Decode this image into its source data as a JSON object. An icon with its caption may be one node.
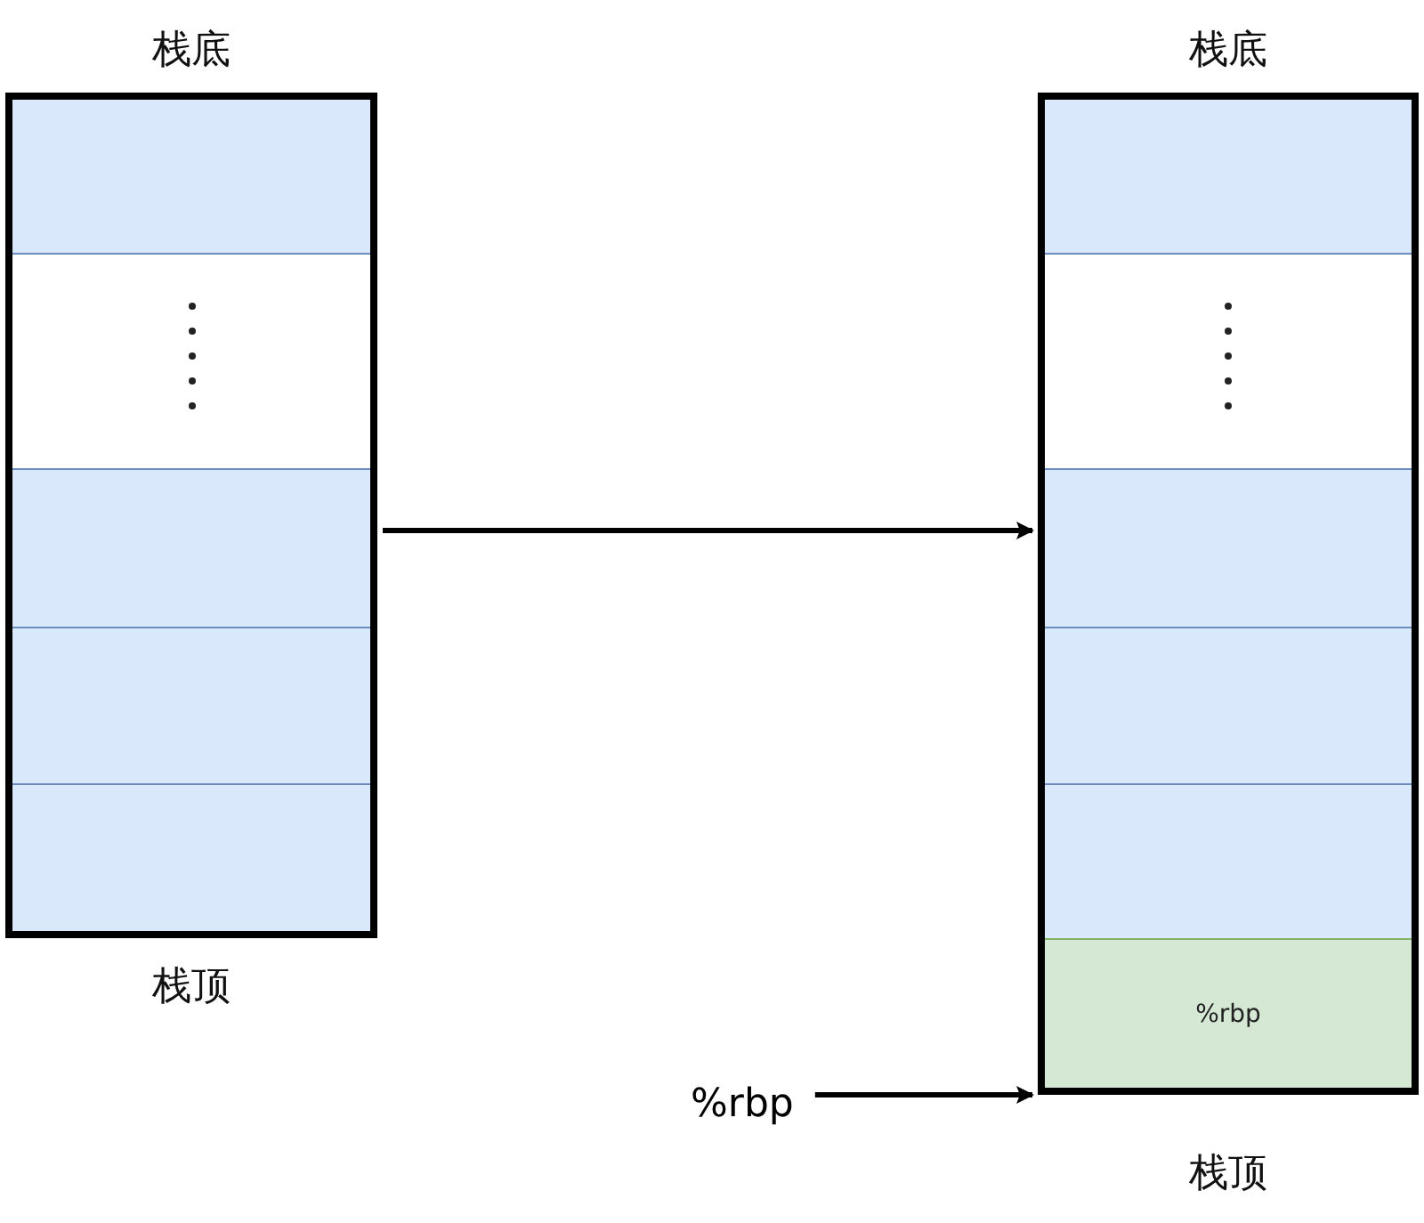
{
  "diagram": {
    "nodes": [
      {
        "text": [
          "栈底",
          "栈顶"
        ]
      },
      {
        "text": [],
        "shape": "box",
        "in": 0
      },
      {
        "text": [],
        "shape": "box",
        "in": 0
      },
      {
        "text": [],
        "shape": "box",
        "in": 0
      },
      {
        "text": [],
        "shape": "box",
        "in": 0
      },
      {
        "text": [],
        "shape": "box",
        "in": 0
      },
      {
        "text": [
          "栈底",
          "栈顶"
        ]
      },
      {
        "text": [],
        "shape": "box",
        "in": 6
      },
      {
        "text": [],
        "shape": "box",
        "in": 6
      },
      {
        "text": [],
        "shape": "box",
        "in": 6
      },
      {
        "text": [],
        "shape": "box",
        "in": 6
      },
      {
        "text": [],
        "shape": "box",
        "in": 6
      },
      {
        "text": [
          "%rbp"
        ],
        "in": 6
      },
      {
        "text": [
          "%rbp"
        ]
      }
    ],
    "edges": [
      {
        "from": 0,
        "to": 6,
        "arrow": "to"
      },
      {
        "from": 13,
        "to": 12,
        "arrow": "to"
      }
    ]
  }
}
